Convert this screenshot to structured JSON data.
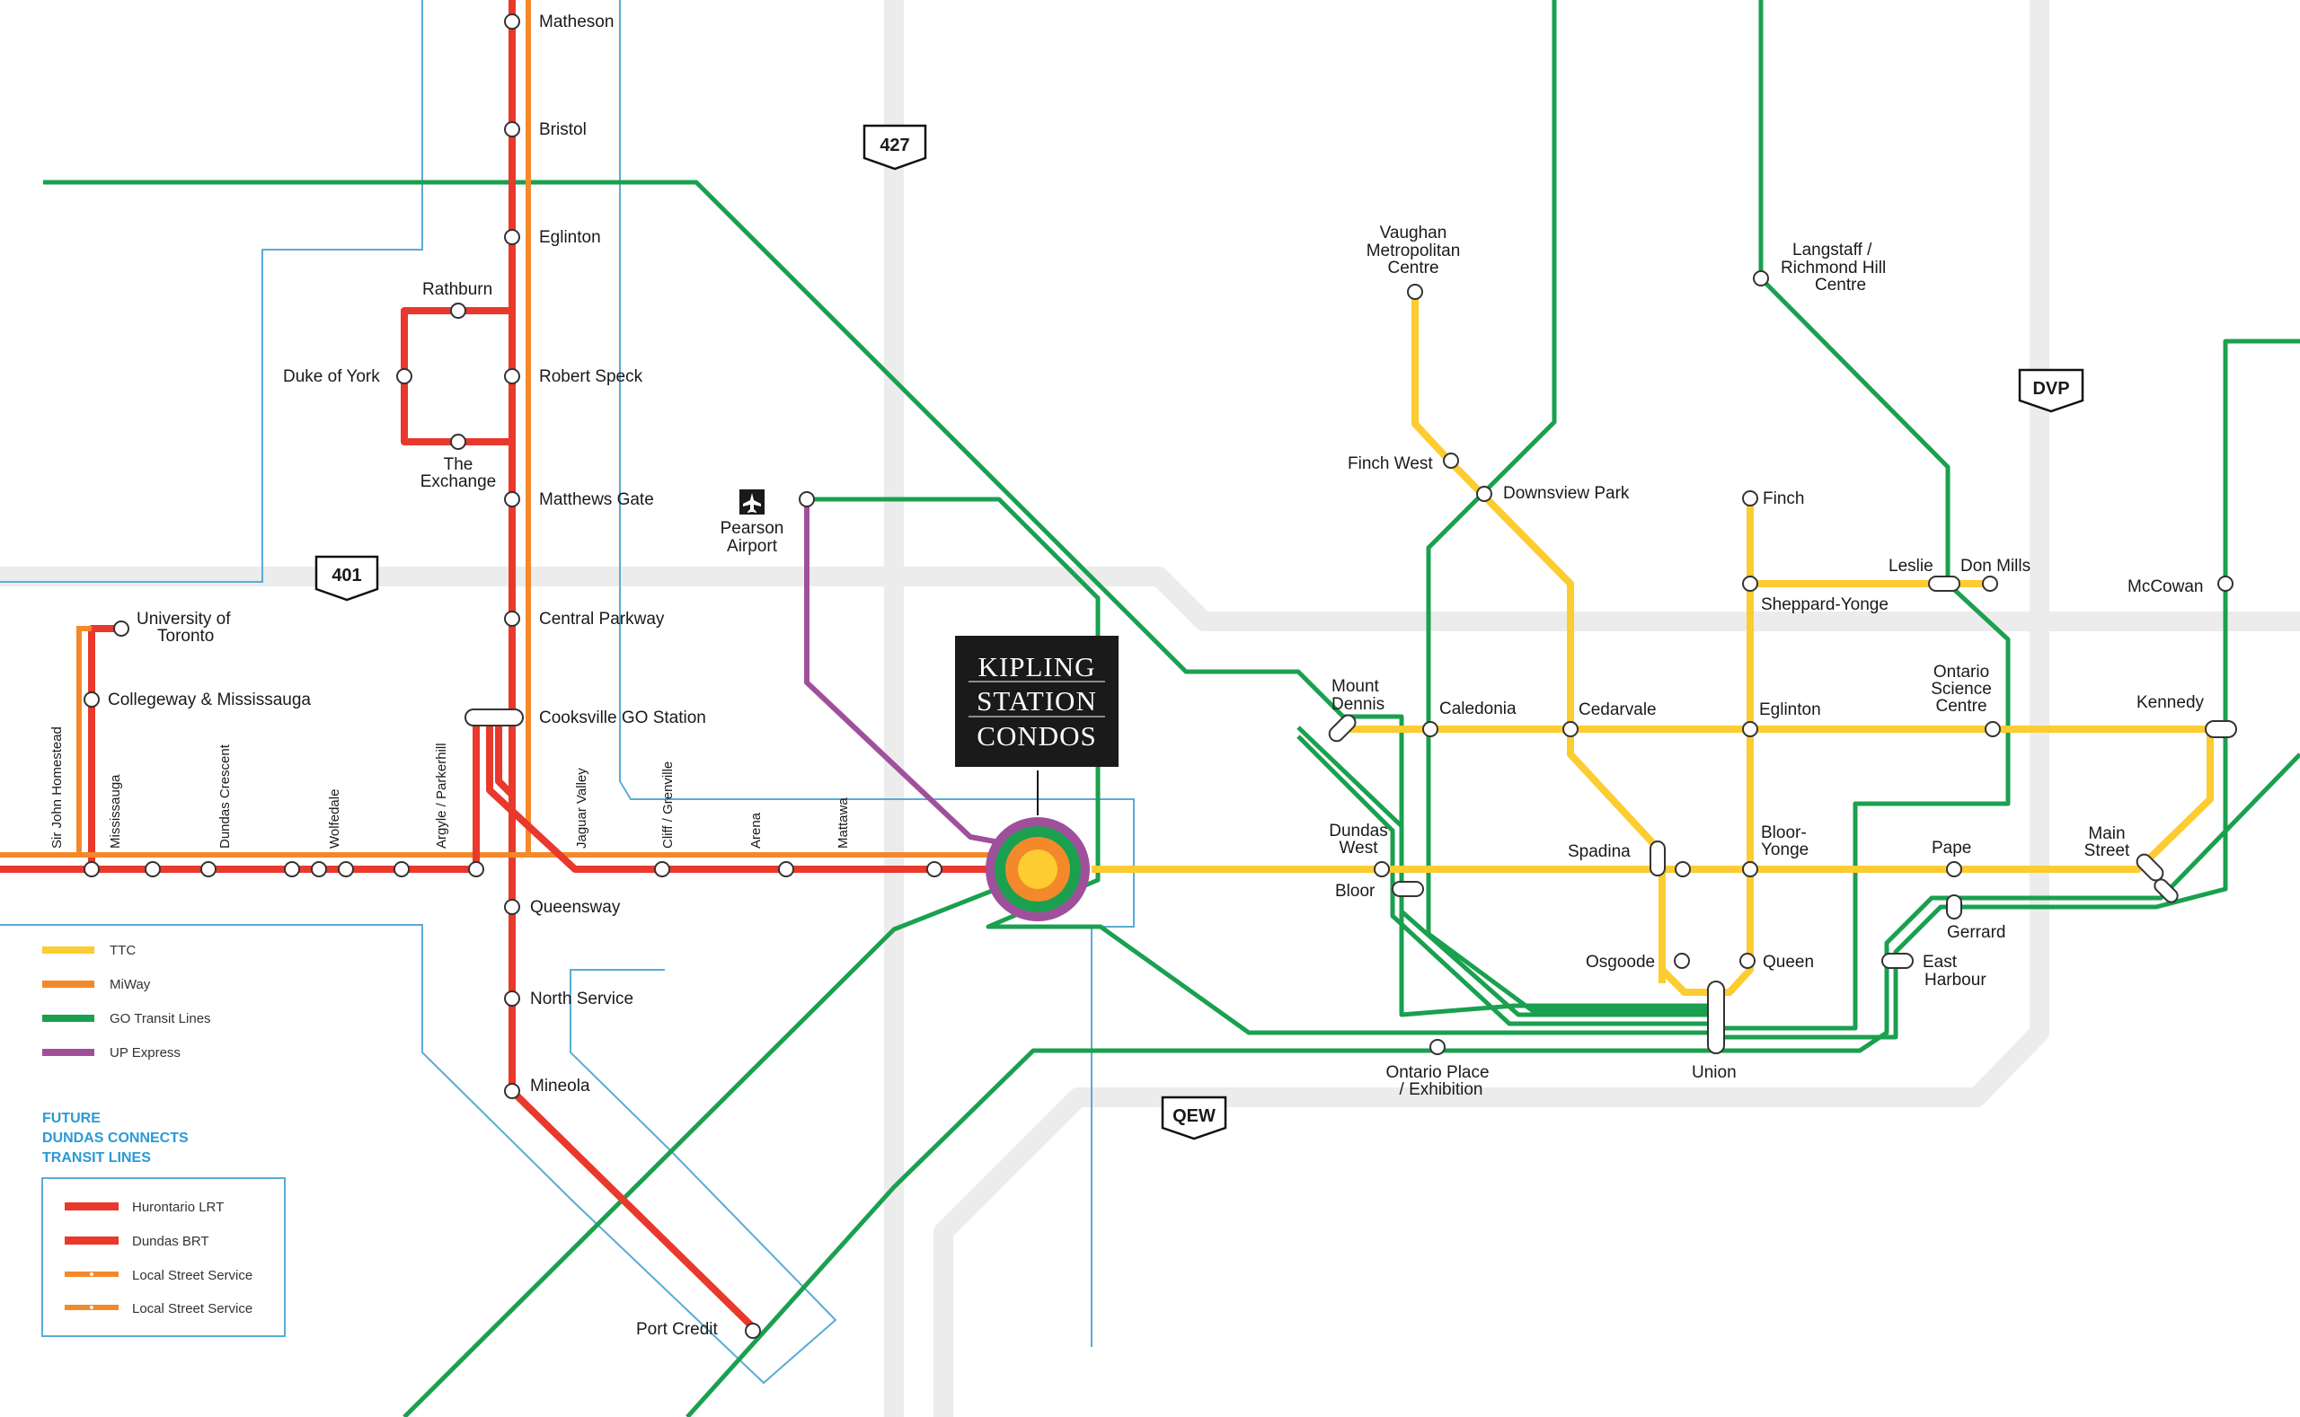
{
  "highways": [
    "427",
    "401",
    "DVP",
    "QEW"
  ],
  "feature": {
    "logo_lines": [
      "KIPLING",
      "STATION",
      "CONDOS"
    ]
  },
  "airport": {
    "name_lines": [
      "Pearson",
      "Airport"
    ],
    "icon": "airplane-icon"
  },
  "stations": {
    "matheson": "Matheson",
    "bristol": "Bristol",
    "eglinton_w": "Eglinton",
    "rathburn": "Rathburn",
    "duke_of_york": "Duke of York",
    "robert_speck": "Robert Speck",
    "the_exchange": [
      "The",
      "Exchange"
    ],
    "matthews_gate": "Matthews Gate",
    "central_parkway": "Central Parkway",
    "cooksville": "Cooksville GO Station",
    "university_toronto": [
      "University of",
      "Toronto"
    ],
    "collegeway": "Collegeway & Mississauga",
    "queensway": "Queensway",
    "north_service": "North Service",
    "mineola": "Mineola",
    "port_credit": "Port Credit",
    "vaughan": [
      "Vaughan",
      "Metropolitan",
      "Centre"
    ],
    "finch_west": "Finch West",
    "downsview": "Downsview Park",
    "mount_dennis": [
      "Mount",
      "Dennis"
    ],
    "caledonia": "Caledonia",
    "cedarvale": "Cedarvale",
    "eglinton": "Eglinton",
    "finch": "Finch",
    "sheppard_yonge": "Sheppard-Yonge",
    "leslie": "Leslie",
    "don_mills": "Don Mills",
    "langstaff": [
      "Langstaff /",
      "Richmond Hill",
      "Centre"
    ],
    "mccowan": "McCowan",
    "osc": [
      "Ontario",
      "Science",
      "Centre"
    ],
    "kennedy": "Kennedy",
    "dundas_west": [
      "Dundas",
      "West"
    ],
    "bloor": "Bloor",
    "spadina": "Spadina",
    "bloor_yonge": [
      "Bloor-",
      "Yonge"
    ],
    "pape": "Pape",
    "main_street": [
      "Main",
      "Street"
    ],
    "gerrard": "Gerrard",
    "east_harbour": [
      "East",
      "Harbour"
    ],
    "osgoode": "Osgoode",
    "queen": "Queen",
    "union": "Union",
    "ontario_place": [
      "Ontario Place",
      "/ Exhibition"
    ]
  },
  "dundas_stops": [
    "Sir John Homestead",
    "Mississauga",
    "Dundas Crescent",
    "Wolfedale",
    "Argyle / Parkerhill",
    "Jaguar Valley",
    "Cliff / Grenville",
    "Arena",
    "Mattawa"
  ],
  "legend_primary": [
    {
      "label": "TTC",
      "color": "#fccc30"
    },
    {
      "label": "MiWay",
      "color": "#f3892a"
    },
    {
      "label": "GO Transit Lines",
      "color": "#1aa04f"
    },
    {
      "label": "UP Express",
      "color": "#a0509b"
    }
  ],
  "future_heading": [
    "FUTURE",
    "DUNDAS CONNECTS",
    "TRANSIT LINES"
  ],
  "legend_future": [
    {
      "label": "Hurontario LRT",
      "color": "#e8392c"
    },
    {
      "label": "Dundas BRT",
      "color": "#e8392c"
    },
    {
      "label": "Local Street Service",
      "color": "#f3892a"
    },
    {
      "label": "Local Street Service",
      "color": "#f3892a"
    }
  ]
}
